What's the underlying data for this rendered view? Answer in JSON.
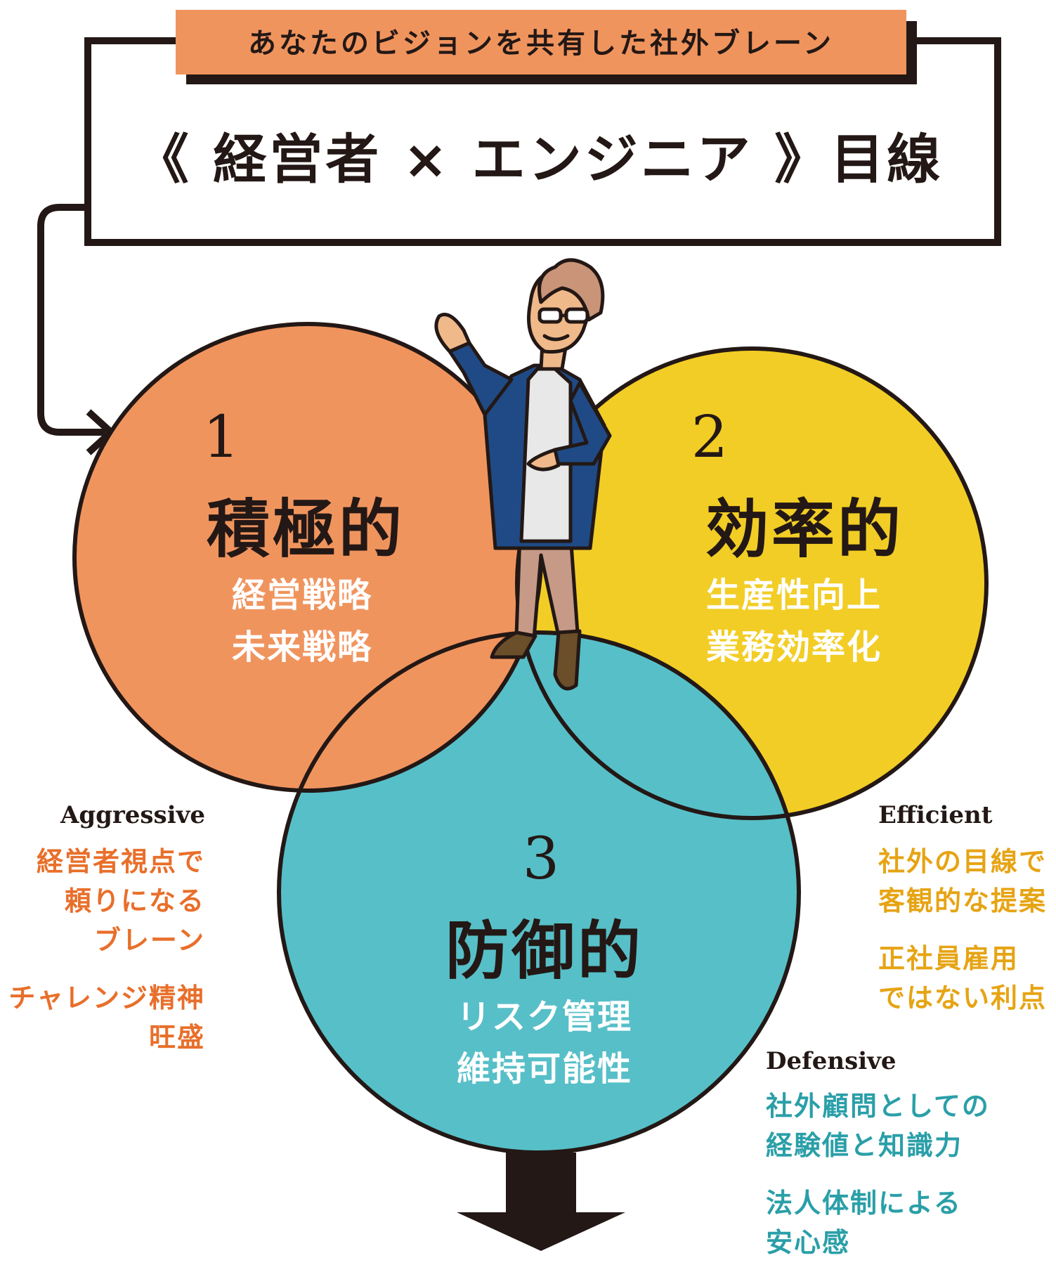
{
  "header": {
    "tag": "あなたのビジョンを共有した社外ブレーン",
    "headline": "《 経営者 × エンジニア 》目線"
  },
  "circles": [
    {
      "number": "1",
      "title": "積極的",
      "lines": [
        "経営戦略",
        "未来戦略"
      ],
      "color": "#f0945e"
    },
    {
      "number": "2",
      "title": "効率的",
      "lines": [
        "生産性向上",
        "業務効率化"
      ],
      "color": "#f2cd25"
    },
    {
      "number": "3",
      "title": "防御的",
      "lines": [
        "リスク管理",
        "維持可能性"
      ],
      "color": "#57bfc8"
    }
  ],
  "center_color": "#e85c4f",
  "notes": {
    "aggressive": {
      "label": "Aggressive",
      "lines": [
        "経営者視点で",
        "頼りになる",
        "ブレーン"
      ],
      "lines2": [
        "チャレンジ精神",
        "旺盛"
      ]
    },
    "efficient": {
      "label": "Efficient",
      "lines": [
        "社外の目線で",
        "客観的な提案"
      ],
      "lines2": [
        "正社員雇用",
        "ではない利点"
      ]
    },
    "defensive": {
      "label": "Defensive",
      "lines": [
        "社外顧問としての",
        "経験値と知識力"
      ],
      "lines2": [
        "法人体制による",
        "安心感"
      ]
    }
  }
}
